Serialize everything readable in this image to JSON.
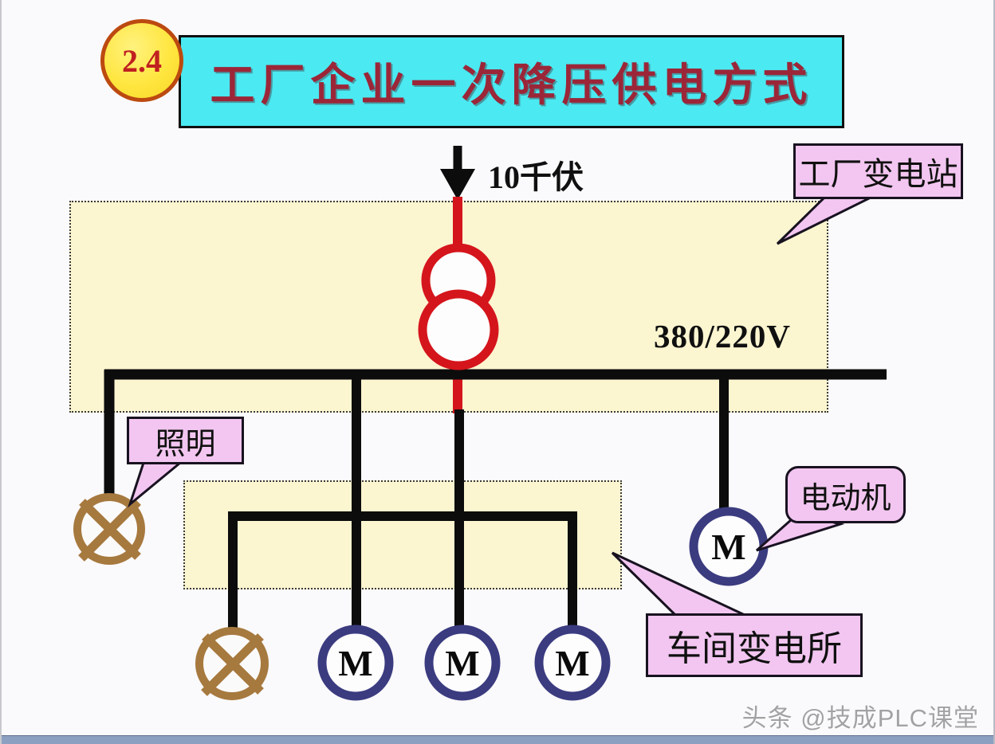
{
  "slide": {
    "badge_number": "2.4",
    "title": "工厂企业一次降压供电方式",
    "labels": {
      "incoming_voltage": "10千伏",
      "bus_voltage": "380/220V",
      "motor_symbol": "M"
    },
    "callouts": {
      "factory_substation": "工厂变电站",
      "lighting": "照明",
      "motor": "电动机",
      "workshop_substation": "车间变电所"
    },
    "watermark": "头条 @技成PLC课堂",
    "colors": {
      "title_bar_fill": "#4BE9F1",
      "title_text": "#9B2638",
      "badge_fill": "#FFE640",
      "badge_border": "#BC4A10",
      "substation_box_fill": "#FBF5D0",
      "feeder_red": "#D5151C",
      "line_black": "#0C0C0C",
      "lamp_brown": "#A6793E",
      "motor_navy": "#3B3B80",
      "callout_pink": "#F2C6F0",
      "bottom_bar": "#8CA1C1"
    }
  }
}
